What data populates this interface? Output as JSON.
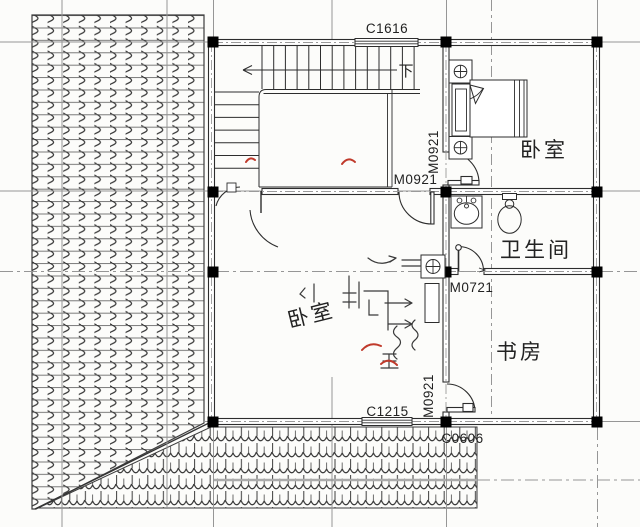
{
  "plan": {
    "windows": {
      "c1616": "C1616",
      "c1215": "C1215",
      "c0606": "C0606"
    },
    "doors": {
      "bedroom_right": "M0921",
      "hall": "M0921",
      "study": "M0921",
      "bathroom": "M0721"
    },
    "rooms": {
      "bedroom_right": "卧室",
      "bedroom_center": "卧室",
      "bathroom": "卫生间",
      "study": "书房"
    },
    "stairs": {
      "direction": "下"
    },
    "colors": {
      "line": "#2d2d2d",
      "grid": "#969696",
      "column": "#000000",
      "sketch_red": "#c03a2b",
      "background": "#fcfcfa"
    }
  }
}
